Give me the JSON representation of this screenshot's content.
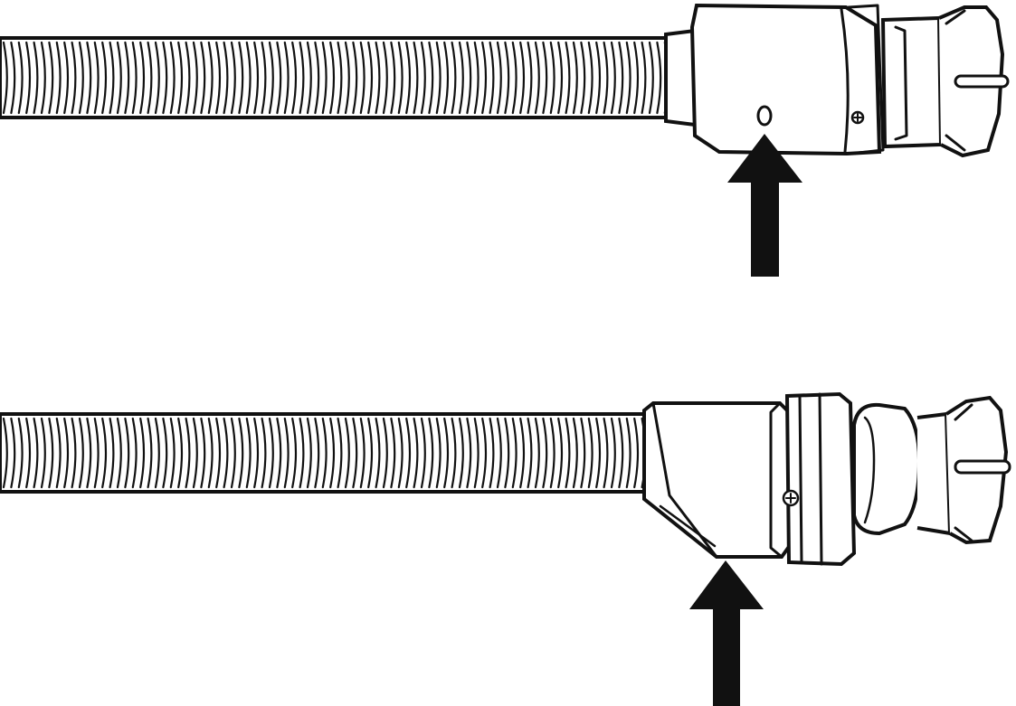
{
  "figure": {
    "colors": {
      "ink": "#111111",
      "fill": "#ffffff"
    },
    "panels": [
      {
        "id": "top",
        "variant": "connector-with-hole",
        "parts": [
          "hose-icon",
          "hose-cuff-icon",
          "connector-housing-icon",
          "vent-hole-icon",
          "screw-icon",
          "end-fitting-icon",
          "up-arrow-icon"
        ]
      },
      {
        "id": "bottom",
        "variant": "angled-connector",
        "parts": [
          "hose-icon",
          "connector-housing-icon",
          "collar-ring-icon",
          "screw-icon",
          "end-fitting-icon",
          "up-arrow-icon"
        ]
      }
    ]
  }
}
